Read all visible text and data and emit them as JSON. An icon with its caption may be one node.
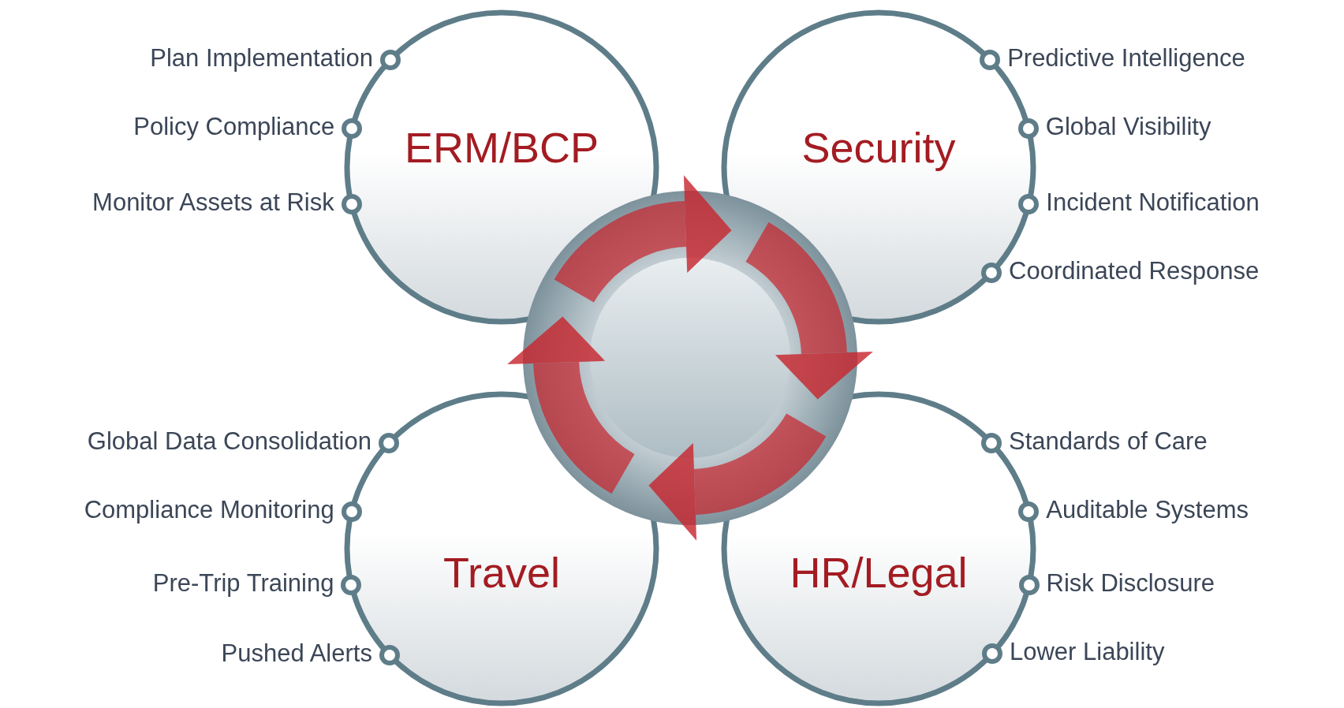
{
  "diagram": {
    "nodes": [
      {
        "text": [
          "ERM/BCP"
        ],
        "beside": [
          "Plan Implementation",
          "Policy Compliance",
          "Monitor Assets at Risk"
        ]
      },
      {
        "text": [
          "Security"
        ],
        "beside": [
          "Predictive Intelligence",
          "Global Visibility",
          "Incident Notification",
          "Coordinated Response"
        ]
      },
      {
        "text": [
          "Travel"
        ],
        "beside": [
          "Global Data Consolidation",
          "Compliance Monitoring",
          "Pre-Trip Training",
          "Pushed Alerts"
        ]
      },
      {
        "text": [
          "HR/Legal"
        ],
        "beside": [
          "Standards of Care",
          "Auditable Systems",
          "Risk Disclosure",
          "Lower Liability"
        ]
      }
    ]
  }
}
